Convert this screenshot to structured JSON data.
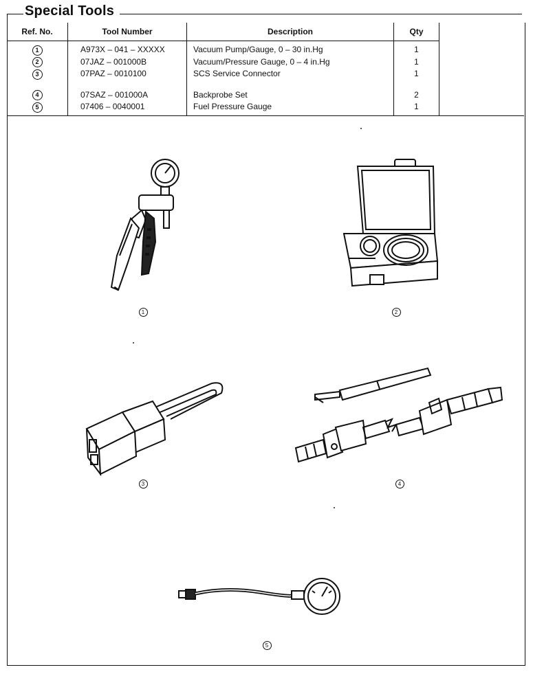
{
  "title": "Special Tools",
  "table": {
    "headers": {
      "ref": "Ref. No.",
      "tool": "Tool Number",
      "desc": "Description",
      "qty": "Qty"
    },
    "rows": [
      {
        "ref": "1",
        "tool": "A973X – 041 – XXXXX",
        "desc": "Vacuum Pump/Gauge, 0 – 30 in.Hg",
        "qty": "1"
      },
      {
        "ref": "2",
        "tool": "07JAZ – 001000B",
        "desc": "Vacuum/Pressure Gauge, 0 – 4 in.Hg",
        "qty": "1"
      },
      {
        "ref": "3",
        "tool": "07PAZ – 0010100",
        "desc": "SCS Service Connector",
        "qty": "1"
      },
      {
        "ref": "4",
        "tool": "07SAZ – 001000A",
        "desc": "Backprobe Set",
        "qty": "2"
      },
      {
        "ref": "5",
        "tool": "07406 – 0040001",
        "desc": "Fuel Pressure Gauge",
        "qty": "1"
      }
    ]
  },
  "illustrations": [
    {
      "ref": "1",
      "icon": "vacuum-pump-gauge-icon"
    },
    {
      "ref": "2",
      "icon": "pressure-gauge-case-icon"
    },
    {
      "ref": "3",
      "icon": "scs-connector-icon"
    },
    {
      "ref": "4",
      "icon": "backprobe-set-icon"
    },
    {
      "ref": "5",
      "icon": "fuel-pressure-gauge-icon"
    }
  ]
}
